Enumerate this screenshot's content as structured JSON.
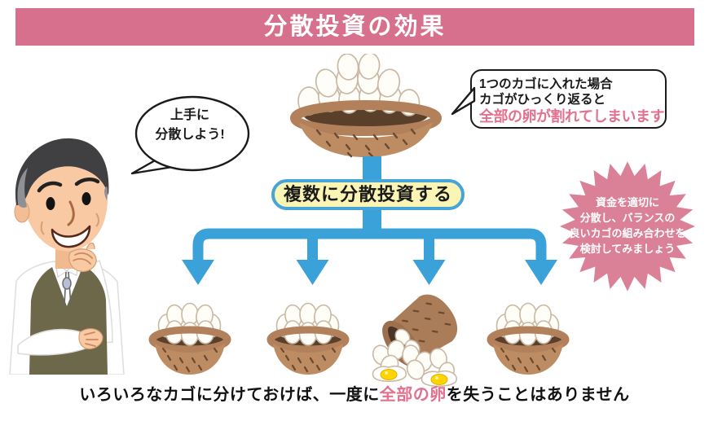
{
  "header": {
    "title": "分散投資の効果"
  },
  "speech_bubble": {
    "lines": [
      "上手に",
      "分散しよう!"
    ]
  },
  "single_basket_callout": {
    "lines": [
      "1つのカゴに入れた場合",
      "カゴがひっくり返ると"
    ],
    "highlight": "全部の卵が割れてしまいます"
  },
  "diversify_label": {
    "text": "複数に分散投資する"
  },
  "advice_burst": {
    "lines": [
      "資金を適切に",
      "分散し、バランスの",
      "良いカゴの組み合わせを",
      "検討してみましょう"
    ]
  },
  "caption": {
    "pre": "いろいろなカゴに分けておけば、一度に",
    "highlight": "全部の卵",
    "post": "を失うことはありません"
  },
  "illustrations": {
    "man": "thinking-businessman",
    "large_basket": "big-basket-full-of-eggs",
    "bottom_baskets": [
      "basket-with-eggs",
      "basket-with-eggs",
      "tipped-basket-broken-eggs",
      "basket-with-eggs"
    ],
    "arrows": "one-to-four-distribution-arrows"
  },
  "colors": {
    "banner_pink": "#d7708c",
    "burst_pink": "#db8197",
    "highlight_pink": "#e2708f",
    "arrow_blue": "#3aa2d9",
    "label_yellow": "#faf4b5",
    "label_border_blue": "#45a5d8",
    "basket_brown": "#bd8c63",
    "basket_dark": "#5a3f2a",
    "vest_olive": "#6e684b",
    "yolk_yellow": "#ffd400"
  }
}
